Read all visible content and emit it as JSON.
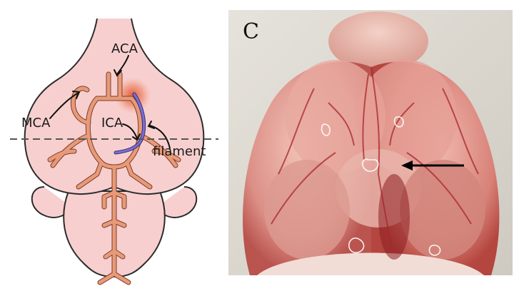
{
  "diagram": {
    "labels": {
      "aca": "ACA",
      "mca": "MCA",
      "ica": "ICA",
      "filament": "filament"
    },
    "colors": {
      "brain_fill": "#f8cfcf",
      "brain_outline": "#2b2b2b",
      "vessel": "#e89a78",
      "vessel_outline": "#7a3d2a",
      "filament": "#5a5ac8",
      "occlusion_glow": "#e0522a"
    }
  },
  "photo": {
    "panel_letter": "C",
    "colors": {
      "background": "#d9d6cf",
      "tissue": "#d98a82",
      "vessels": "#a8262a",
      "arrow": "#000000"
    }
  }
}
